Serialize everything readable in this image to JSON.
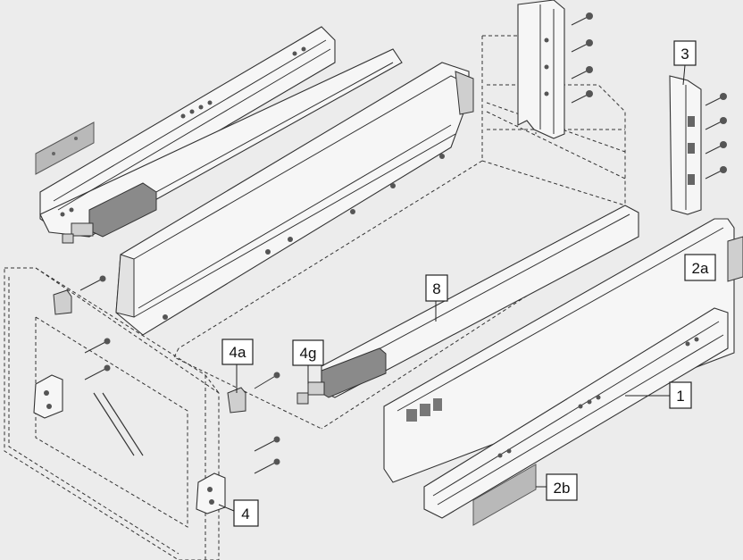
{
  "callouts": {
    "c1": "1",
    "c2a": "2a",
    "c2b": "2b",
    "c3": "3",
    "c4": "4",
    "c4a": "4a",
    "c4g": "4g",
    "c8": "8"
  },
  "colors": {
    "background": "#ececec",
    "metal": "#f6f6f6",
    "damper": "#8a8a8a",
    "plate": "#b9b9b9",
    "outline": "#333333"
  }
}
